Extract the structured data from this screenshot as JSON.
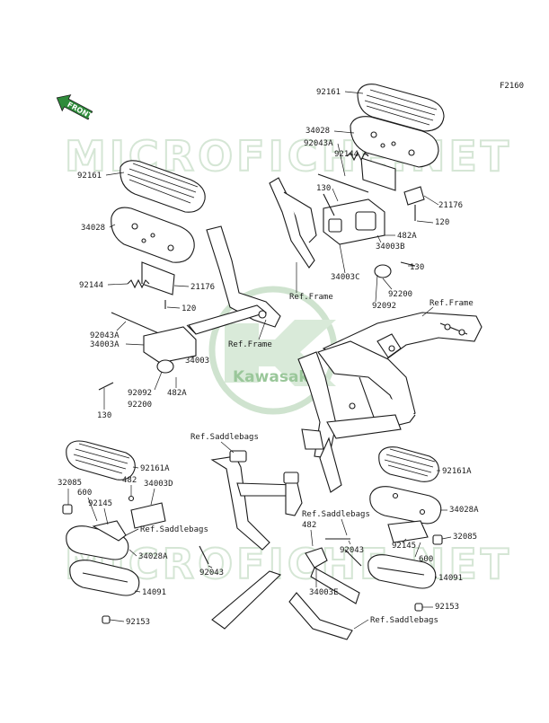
{
  "figure_code": "F2160",
  "front_label": "FRONT",
  "watermark": {
    "text": "MICROFICHE.NET",
    "brand": "Kawasaki"
  },
  "colors": {
    "accent": "#2e8b3a",
    "watermark": "#cfe3cf",
    "line": "#1a1a1a"
  },
  "labels": {
    "p92161_top": "92161",
    "p34028_top": "34028",
    "p92043A_top": "92043A",
    "p92144_top": "92144",
    "p130_top": "130",
    "p21176_top": "21176",
    "p120_top": "120",
    "p482A_top": "482A",
    "p34003B": "34003B",
    "p130_mid": "130",
    "p34003C": "34003C",
    "p92200_top": "92200",
    "p92092_top": "92092",
    "ref_frame_1": "Ref.Frame",
    "ref_frame_2": "Ref.Frame",
    "ref_frame_3": "Ref.Frame",
    "p92161_left": "92161",
    "p34028_left": "34028",
    "p92144_left": "92144",
    "p21176_left": "21176",
    "p120_left": "120",
    "p92043A_left": "92043A",
    "p34003A": "34003A",
    "p34003": "34003",
    "p92092_left": "92092",
    "p482A_left": "482A",
    "p130_left": "130",
    "p92200_left": "92200",
    "ref_saddlebags_1": "Ref.Saddlebags",
    "p92161A_left": "92161A",
    "p32085_left": "32085",
    "p482_left": "482",
    "p34003D": "34003D",
    "p600_left": "600",
    "p92145_left": "92145",
    "ref_saddlebags_2": "Ref.Saddlebags",
    "p34028A_left": "34028A",
    "p92043_left": "92043",
    "p14091_left": "14091",
    "p92153_left": "92153",
    "p92161A_right": "92161A",
    "p34028A_right": "34028A",
    "ref_saddlebags_3": "Ref.Saddlebags",
    "p482_right": "482",
    "p92043_right": "92043",
    "p92145_right": "92145",
    "p32085_right": "32085",
    "p600_right": "600",
    "p14091_right": "14091",
    "p34003E": "34003E",
    "p92153_right": "92153",
    "ref_saddlebags_4": "Ref.Saddlebags"
  }
}
